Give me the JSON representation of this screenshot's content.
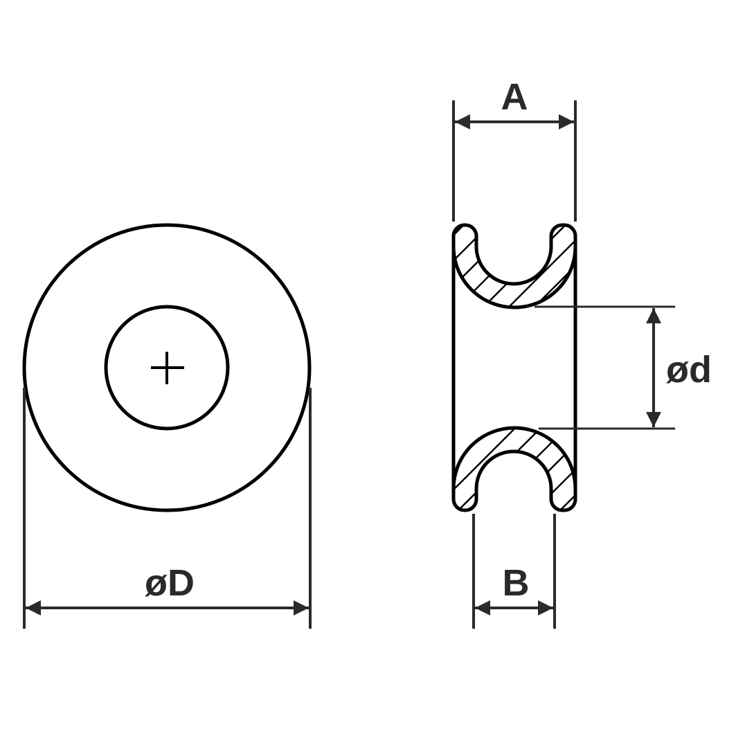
{
  "labels": {
    "outer_diameter": "øD",
    "inner_diameter": "ød",
    "width_a": "A",
    "width_b": "B"
  },
  "colors": {
    "outline": "#000000",
    "dimension": "#2a2a2a",
    "background": "#ffffff"
  }
}
